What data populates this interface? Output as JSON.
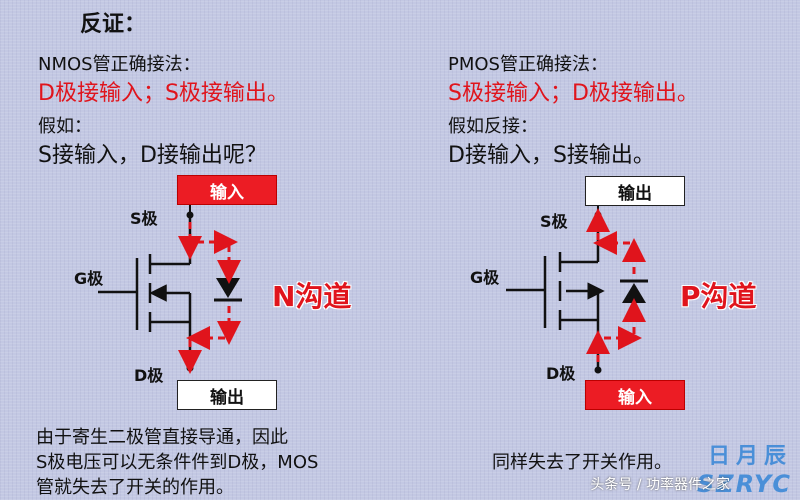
{
  "title": "反证：",
  "left": {
    "heading": "NMOS管正确接法：",
    "correct": "D极接输入；S极接输出。",
    "suppose": "假如：",
    "question": "S接输入，D接输出呢？",
    "top_box": "输入",
    "bottom_box": "输出",
    "s_label": "S极",
    "g_label": "G极",
    "d_label": "D极",
    "channel": "N沟道",
    "explanation": [
      "由于寄生二极管直接导通，因此",
      "S极电压可以无条件件到D极，MOS",
      "管就失去了开关的作用。"
    ]
  },
  "right": {
    "heading": "PMOS管正确接法：",
    "correct": "S极接输入；D极接输出。",
    "suppose": "假如反接：",
    "statement": "D接输入，S接输出。",
    "top_box": "输出",
    "bottom_box": "输入",
    "s_label": "S极",
    "g_label": "G极",
    "d_label": "D极",
    "channel": "P沟道",
    "explanation": "同样失去了开关作用。"
  },
  "watermark": {
    "logo_cn": "日月辰",
    "logo_en": "SZRYC",
    "source": "头条号 / 功率器件之家"
  },
  "colors": {
    "accent_red": "#ec1c24",
    "channel_red": "#e0141c",
    "background": "#c3c8e3",
    "logo_blue": "#4a8fd8"
  }
}
